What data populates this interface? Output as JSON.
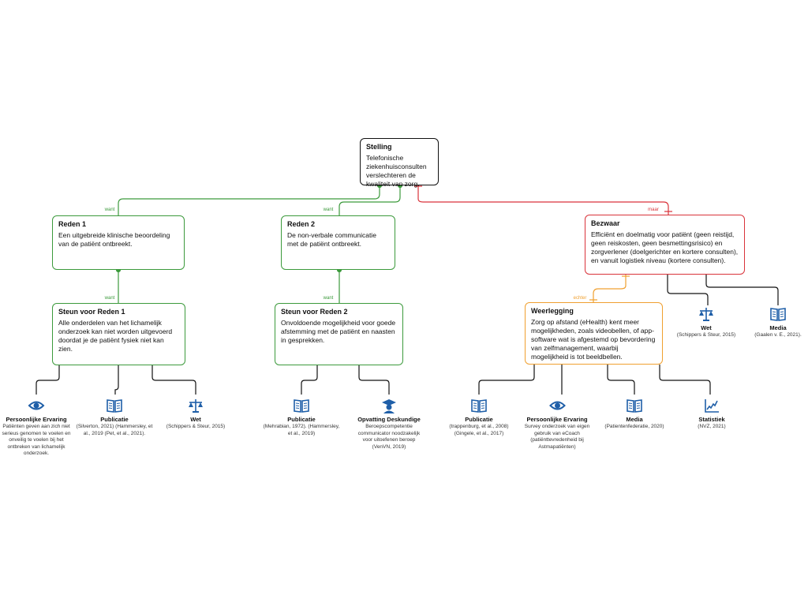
{
  "colors": {
    "supporting": "#3c9a3c",
    "objection": "#d9333a",
    "rebuttal": "#f0a030",
    "neutral": "#111111",
    "icon_blue": "#1f5fa8"
  },
  "claim": {
    "title": "Stelling",
    "text": "Telefonische ziekenhuisconsulten verslechteren de kwaliteit van zorg."
  },
  "connectors": {
    "because": "want",
    "but": "maar",
    "however": "echter"
  },
  "reason1": {
    "title": "Reden 1",
    "text": "Een uitgebreide klinische beoordeling van de patiënt ontbreekt."
  },
  "reason2": {
    "title": "Reden 2",
    "text": "De non-verbale communicatie met de patiënt ontbreekt."
  },
  "support1": {
    "title": "Steun voor Reden 1",
    "text": "Alle onderdelen van het lichamelijk onderzoek kan niet worden uitgevoerd doordat je de patiënt fysiek niet kan zien."
  },
  "support2": {
    "title": "Steun voor Reden 2",
    "text": "Onvoldoende mogelijkheid voor goede afstemming met de patiënt en naasten in gesprekken."
  },
  "objection": {
    "title": "Bezwaar",
    "text": "Efficiënt en doelmatig voor patiënt (geen reistijd, geen reiskosten, geen besmettingsrisico) en zorgverlener (doelgerichter en kortere consulten), en vanuit logistiek niveau (kortere consulten)."
  },
  "rebuttal": {
    "title": "Weerlegging",
    "text": "Zorg op afstand (eHealth) kent meer mogelijkheden, zoals videobellen, of app-software wat is afgestemd op bevordering van zelfmanagement, waarbij mogelijkheid is tot beeldbellen."
  },
  "sources": [
    {
      "icon": "eye-icon",
      "title": "Persoonlijke Ervaring",
      "text": "Patiënten geven aan zich niet serieus genomen te voelen en onveilig te voelen bij het ontbreken van lichamelijk onderzoek."
    },
    {
      "icon": "book-icon",
      "title": "Publicatie",
      "text": "(Silverton, 2021) (Hammersley, et al., 2019 (Pet, et al., 2021)."
    },
    {
      "icon": "scales-icon",
      "title": "Wet",
      "text": "(Schippers & Steur, 2015)"
    },
    {
      "icon": "book-icon",
      "title": "Publicatie",
      "text": "(Mehrabian, 1972). (Hammersley, et al., 2019)"
    },
    {
      "icon": "graduate-icon",
      "title": "Opvatting Deskundige",
      "text": "Beroepscompetentie communicator noodzakelijk voor uitoefenen beroep (VenVN, 2019)"
    },
    {
      "icon": "book-icon",
      "title": "Publicatie",
      "text": "(trappenburg, et al., 2008) (Gingele, et al., 2017)"
    },
    {
      "icon": "eye-icon",
      "title": "Persoonlijke Ervaring",
      "text": "Survey onderzoek van eigen gebruik van eCoach (patiënttevredenheid bij Astmapatiënten)"
    },
    {
      "icon": "book-icon",
      "title": "Media",
      "text": "(Patientenfederatie, 2020)"
    },
    {
      "icon": "chart-icon",
      "title": "Statistiek",
      "text": "(NVZ, 2021)"
    },
    {
      "icon": "scales-icon",
      "title": "Wet",
      "text": "(Schippers & Steur, 2015)"
    },
    {
      "icon": "book-icon",
      "title": "Media",
      "text": "(Gaalen v. E., 2021)."
    }
  ]
}
